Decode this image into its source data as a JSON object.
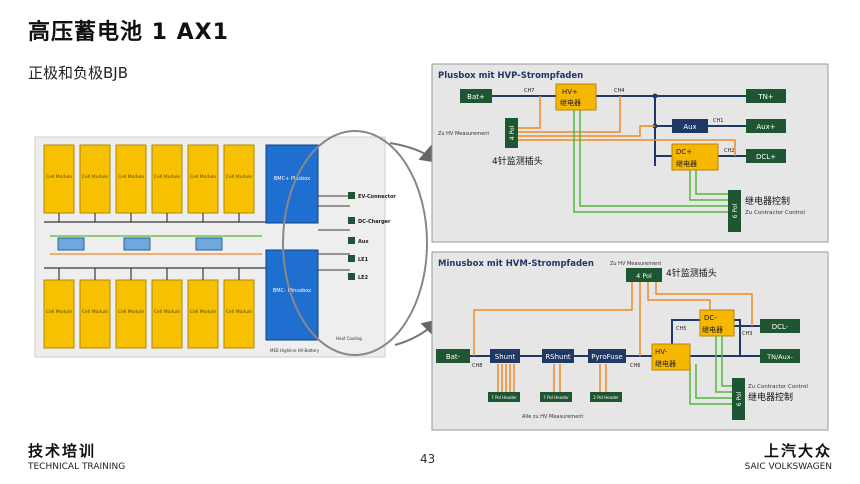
{
  "title": "高压蓄电池 1 AX1",
  "subtitle": "正极和负极BJB",
  "footer": {
    "training_cn": "技术培训",
    "training_en": "TECHNICAL TRAINING",
    "page_number": "43",
    "brand_cn": "上汽大众",
    "brand_en": "SAIC VOLKSWAGEN"
  },
  "battery_schematic": {
    "cell_module_label": "Cell Module",
    "plusbox_label": "BMC+ Plusbox",
    "minusbox_label": "BMC- Minusbox",
    "connectors": [
      "EV-Connector",
      "DC-Charger",
      "Aux",
      "LE1",
      "LE2"
    ],
    "heat_cooling_label": "Heat Cooling",
    "footer_label": "MEB Highline HV-Battery"
  },
  "plusbox": {
    "heading": "Plusbox mit HVP-Strompfaden",
    "bat_plus": "Bat+",
    "ch7": "CH7",
    "hv_plus": "HV+",
    "relay_cn": "继电器",
    "ch4": "CH4",
    "tn_plus": "TN+",
    "aux": "Aux",
    "ch1": "CH1",
    "aux_plus": "Aux+",
    "dc_plus": "DC+",
    "ch2": "CH2",
    "dcl_plus": "DCL+",
    "four_pol": "4 Pol",
    "measurement": "Zu HV Measurement",
    "monitor_plug": "4针监测插头",
    "six_pol": "6 Pol",
    "relay_control_cn": "继电器控制",
    "contractor_control": "Zu Contractor Control"
  },
  "minusbox": {
    "heading": "Minusbox mit HVM-Strompfaden",
    "measurement": "Zu HV Measurement",
    "four_pol": "4 Pol",
    "monitor_plug": "4针监测插头",
    "dc_minus": "DC-",
    "relay_cn": "继电器",
    "dcl_minus": "DCL-",
    "ch5": "CH5",
    "ch3": "CH3",
    "bat_minus": "Bat-",
    "shunt": "Shunt",
    "rshunt": "RShunt",
    "pyrofuse": "PyroFuse",
    "hv_minus": "HV-",
    "tn_aux": "TN/Aux-",
    "ch8": "CH8",
    "ch6": "CH6",
    "seven_pol_header": "7 Pol Header",
    "two_pol_header": "2 Pol Header",
    "alle_measurement": "Alle zu HV Measurement",
    "contractor_control": "Zu Contractor Control",
    "relay_control_cn": "继电器控制",
    "six_pol": "6 Pol"
  },
  "colors": {
    "navy": "#1f3864",
    "dark_green": "#1e5631",
    "relay_yellow": "#f5b700",
    "cell_yellow": "#f7c000",
    "bmc_blue": "#1e6fd0",
    "path_orange": "#f08a24",
    "path_green": "#55b63a",
    "panel_grey": "#e6e6e6"
  }
}
